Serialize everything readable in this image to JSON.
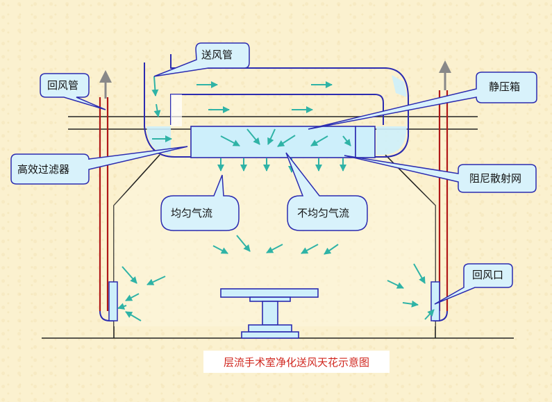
{
  "labels": {
    "supply_duct": "送风管",
    "return_duct": "回风管",
    "plenum": "静压箱",
    "hepa_filter": "高效过滤器",
    "damper_mesh": "阻尼散射网",
    "uniform_flow": "均匀气流",
    "nonuniform_flow": "不均匀气流",
    "return_vent": "回风口"
  },
  "caption": "层流手术室净化送风天花示意图",
  "colors": {
    "background": "#fbf1cf",
    "duct_line": "#2b2bb0",
    "pipe_red": "#b01818",
    "box_fill": "#cdeffb",
    "callout_fill": "#d8f2fb",
    "arrow_teal": "#2fb3a6",
    "caption_text": "#d0261e"
  }
}
